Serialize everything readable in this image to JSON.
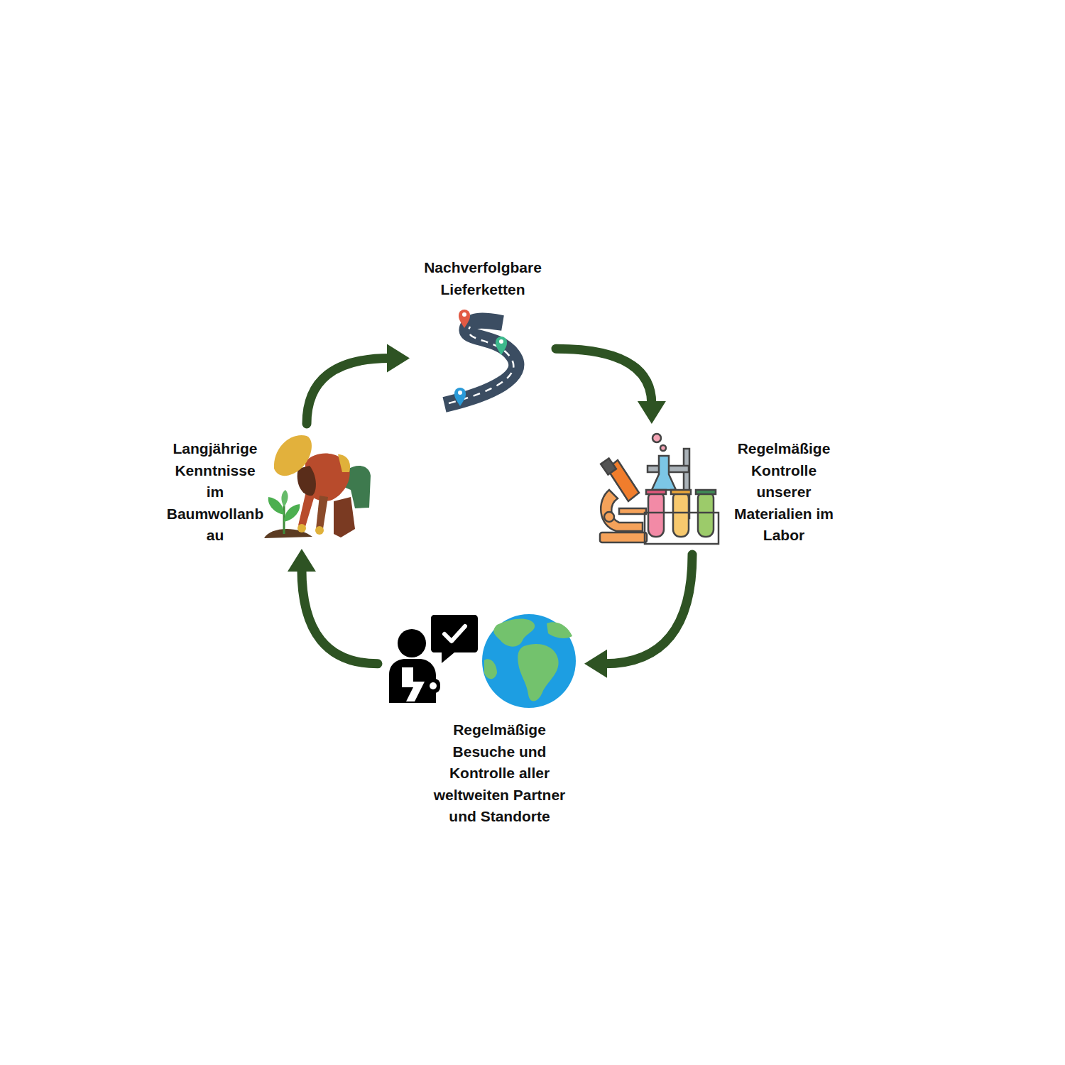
{
  "diagram": {
    "nodes": [
      {
        "text": [
          "Nachverfolgbare Lieferketten"
        ]
      },
      {
        "text": [
          "Regelmäßige Kontrolle unserer Materialien im Labor"
        ]
      },
      {
        "text": [
          "Regelmäßige Besuche und Kontrolle aller weltweiten Partner und Standorte"
        ]
      },
      {
        "text": [
          "Langjährige Kenntnisse im Baumwollanbau"
        ]
      }
    ],
    "edges": [
      {
        "from": 0,
        "to": 1,
        "arrow": "to"
      },
      {
        "from": 1,
        "to": 2,
        "arrow": "to"
      },
      {
        "from": 2,
        "to": 3,
        "arrow": "to"
      },
      {
        "from": 3,
        "to": 0,
        "arrow": "to"
      }
    ]
  }
}
